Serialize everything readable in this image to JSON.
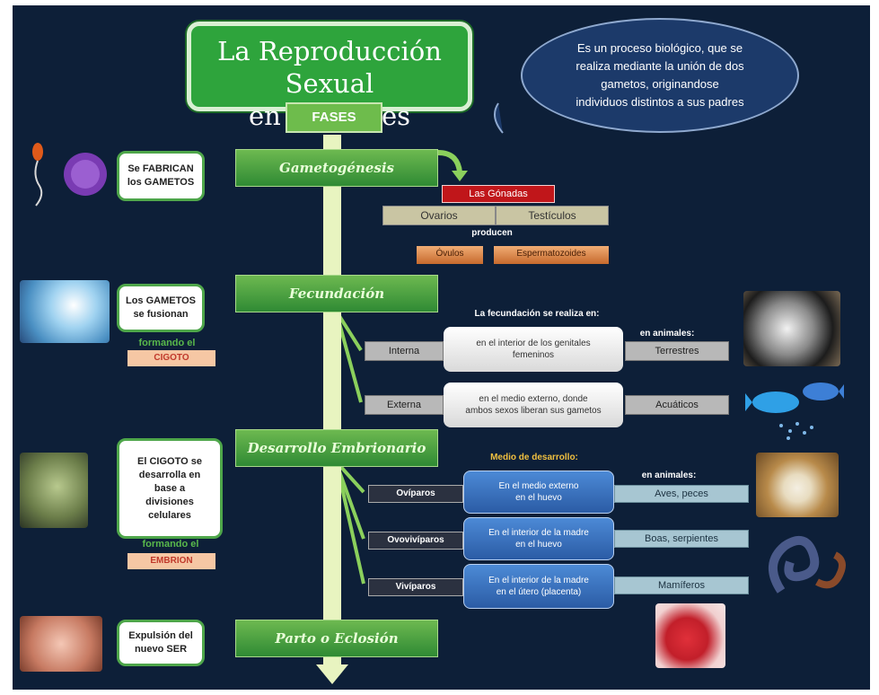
{
  "title": {
    "line1": "La Reproducción Sexual",
    "line2": "en Animales"
  },
  "fases": "FASES",
  "definition": {
    "line1": "Es un proceso biológico,  que se",
    "line2": "realiza mediante la unión de dos",
    "line3": "gametos, originandose",
    "line4": "individuos distintos a sus padres"
  },
  "phases": {
    "gametogenesis": "Gametogénesis",
    "fecundacion": "Fecundación",
    "desarrollo": "Desarrollo  Embrionario",
    "parto": "Parto   o   Eclosión"
  },
  "left": {
    "gametos": {
      "l1": "Se FABRICAN",
      "l2": "los GAMETOS"
    },
    "fusion": {
      "l1": "Los GAMETOS",
      "l2": "se fusionan"
    },
    "formando1": "formando el",
    "cigoto": "CIGOTO",
    "cigoto_box": {
      "l1": "El CIGOTO  se",
      "l2": "desarrolla en",
      "l3": "base a",
      "l4": "divisiones",
      "l5": "celulares"
    },
    "formando2": "formando el",
    "embrion": "EMBRION",
    "expulsion": {
      "l1": "Expulsión del",
      "l2": "nuevo SER"
    }
  },
  "gametogenesis": {
    "gonadas": "Las Gónadas",
    "ovarios": "Ovarios",
    "testiculos": "Testículos",
    "producen": "producen",
    "ovulos": "Óvulos",
    "espermatozoides": "Espermatozoides"
  },
  "fecundacion": {
    "header": "La fecundación se realiza en:",
    "en_animales": "en  animales:",
    "interna": "Interna",
    "interna_desc": {
      "l1": "en el interior de  los genitales",
      "l2": "femeninos"
    },
    "terrestres": "Terrestres",
    "externa": "Externa",
    "externa_desc": {
      "l1": "en el medio externo, donde",
      "l2": "ambos sexos liberan sus gametos"
    },
    "acuaticos": "Acuáticos"
  },
  "desarrollo": {
    "header": "Medio de desarrollo:",
    "en_animales": "en  animales:",
    "oviparos": "Ovíparos",
    "oviparos_desc": {
      "l1": "En el medio externo",
      "l2": "en el huevo"
    },
    "aves": "Aves, peces",
    "ovoviviparos": "Ovovivíparos",
    "ovoviviparos_desc": {
      "l1": "En el interior de la madre",
      "l2": "en el huevo"
    },
    "boas": "Boas, serpientes",
    "viviparos": "Vivíparos",
    "viviparos_desc": {
      "l1": "En el interior de la madre",
      "l2": "en el útero (placenta)"
    },
    "mamiferos": "Mamíferos"
  },
  "colors": {
    "background": "#0d1f38",
    "phase_green": "#2f8a34",
    "title_green": "#2ea43c",
    "bubble_blue": "#1c3a6a"
  }
}
